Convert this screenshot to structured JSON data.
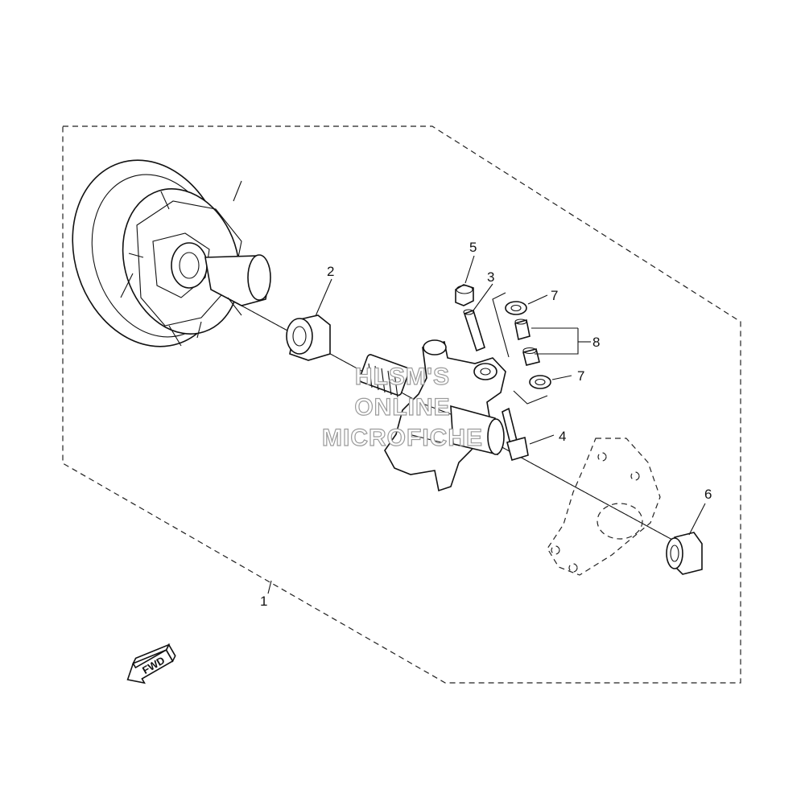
{
  "callouts": {
    "c1": "1",
    "c2": "2",
    "c3": "3",
    "c4": "4",
    "c5": "5",
    "c6": "6",
    "c7a": "7",
    "c7b": "7",
    "c8": "8"
  },
  "watermark": {
    "line1": "HLSM'S",
    "line2": "ONLINE",
    "line3": "MICROFICHE"
  },
  "direction_arrow": {
    "label": "FWD",
    "icon": "fwd-arrow-icon"
  }
}
